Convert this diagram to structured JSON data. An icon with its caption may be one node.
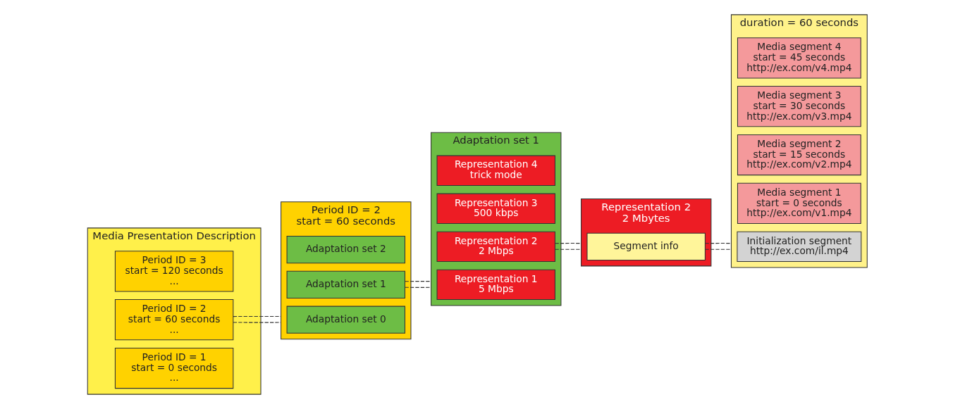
{
  "diagram": {
    "nodes": [
      {
        "text": [
          "Media Presentation Description"
        ]
      },
      {
        "text": [
          "Period ID = 1",
          "start = 0 seconds",
          "..."
        ],
        "in": 0
      },
      {
        "text": [
          "Period ID = 2",
          "start = 60 seconds",
          "..."
        ],
        "in": 0
      },
      {
        "text": [
          "Period ID = 3",
          "start = 120 seconds",
          "..."
        ],
        "in": 0
      },
      {
        "text": [
          "Period ID = 2",
          "start = 60 seconds"
        ]
      },
      {
        "text": [
          "Adaptation set 0"
        ],
        "in": 4
      },
      {
        "text": [
          "Adaptation set 1"
        ],
        "in": 4
      },
      {
        "text": [
          "Adaptation set 2"
        ],
        "in": 4
      },
      {
        "text": [
          "Adaptation set 1"
        ]
      },
      {
        "text": [
          "Representation 1",
          "5 Mbps"
        ],
        "in": 8
      },
      {
        "text": [
          "Representation 2",
          "2 Mbps"
        ],
        "in": 8
      },
      {
        "text": [
          "Representation 3",
          "500 kbps"
        ],
        "in": 8
      },
      {
        "text": [
          "Representation 4",
          "trick mode"
        ],
        "in": 8
      },
      {
        "text": [
          "Representation 2",
          "2 Mbytes"
        ]
      },
      {
        "text": [
          "Segment info"
        ],
        "in": 13
      },
      {
        "text": [
          "duration = 60 seconds"
        ]
      },
      {
        "text": [
          "Initialization segment",
          "http://ex.com/il.mp4"
        ],
        "in": 15
      },
      {
        "text": [
          "Media segment 1",
          "start = 0 seconds",
          "http://ex.com/v1.mp4"
        ],
        "in": 15
      },
      {
        "text": [
          "Media segment 2",
          "start = 15 seconds",
          "http://ex.com/v2.mp4"
        ],
        "in": 15
      },
      {
        "text": [
          "Media segment 3",
          "start = 30 seconds",
          "http://ex.com/v3.mp4"
        ],
        "in": 15
      },
      {
        "text": [
          "Media segment 4",
          "start = 45 seconds",
          "http://ex.com/v4.mp4"
        ],
        "in": 15
      }
    ],
    "edges": [
      {
        "from": 2,
        "to": 4,
        "arrow": "none",
        "style": "dashed"
      },
      {
        "from": 2,
        "to": 4,
        "arrow": "none",
        "style": "dashed"
      },
      {
        "from": 6,
        "to": 8,
        "arrow": "none",
        "style": "dashed"
      },
      {
        "from": 6,
        "to": 8,
        "arrow": "none",
        "style": "dashed"
      },
      {
        "from": 10,
        "to": 13,
        "arrow": "none",
        "style": "dashed"
      },
      {
        "from": 10,
        "to": 13,
        "arrow": "none",
        "style": "dashed"
      },
      {
        "from": 14,
        "to": 15,
        "arrow": "none",
        "style": "dashed"
      },
      {
        "from": 14,
        "to": 15,
        "arrow": "none",
        "style": "dashed"
      }
    ]
  }
}
